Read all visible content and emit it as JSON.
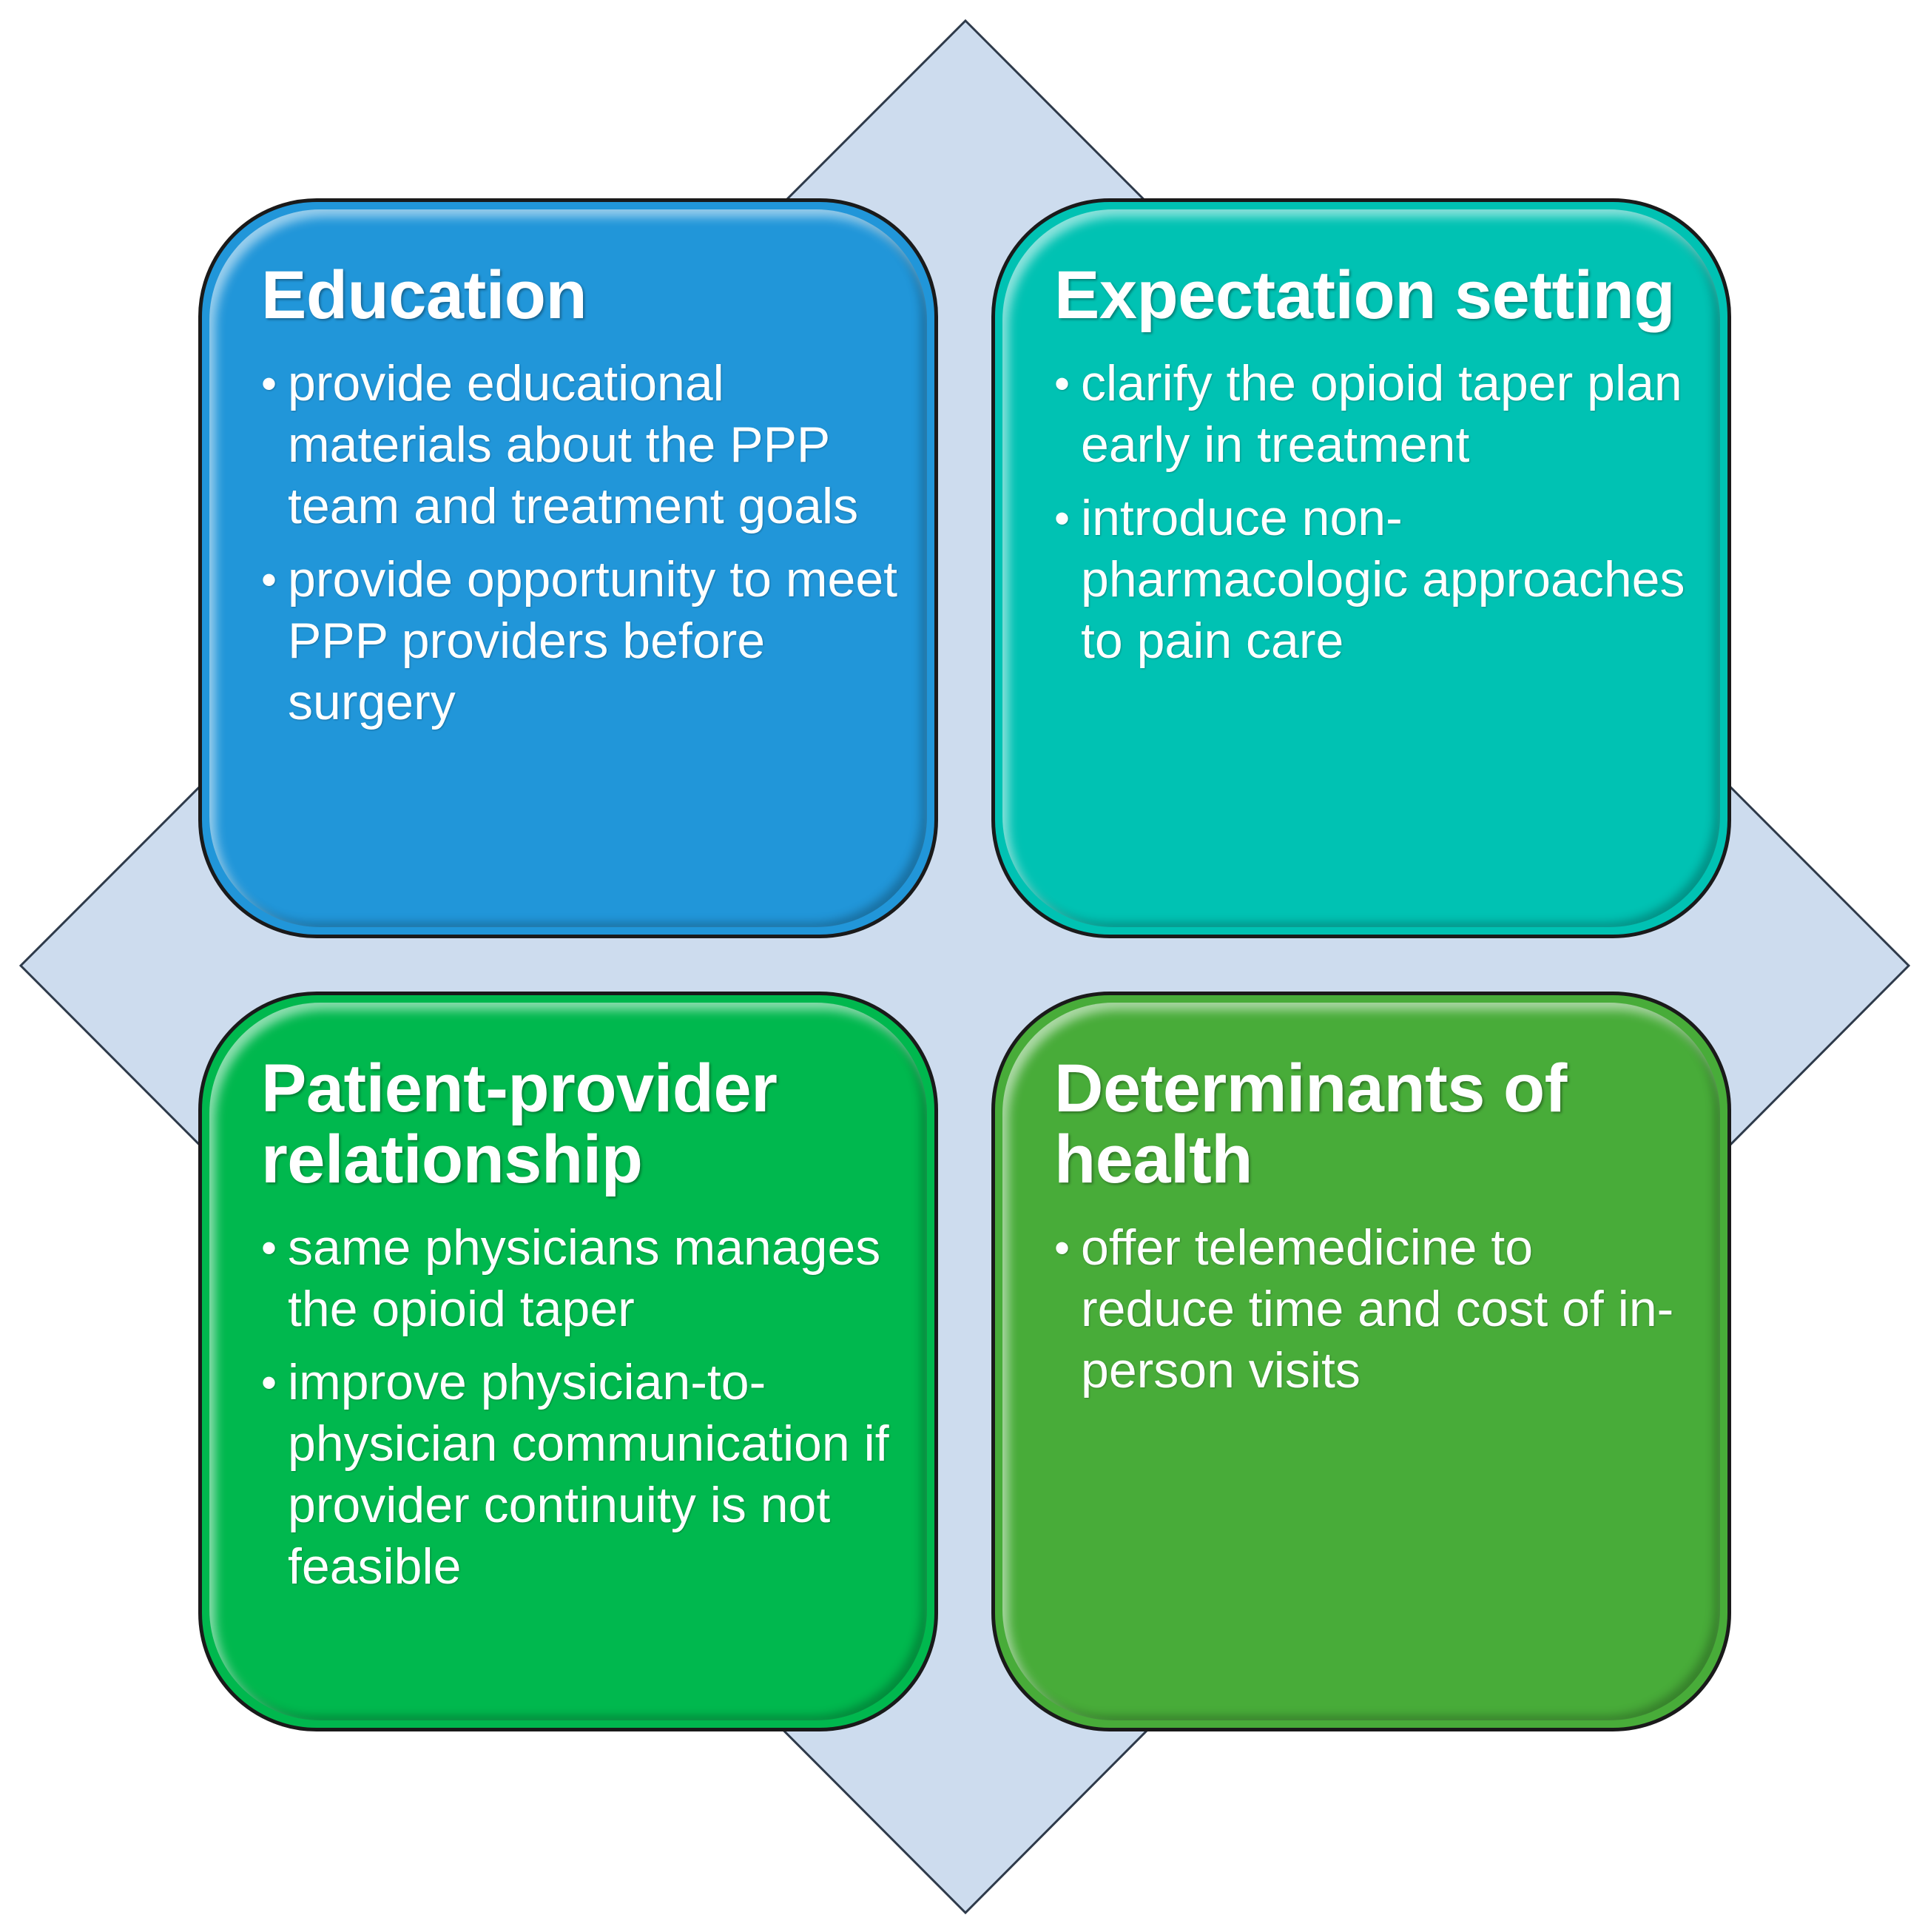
{
  "quadrants": {
    "education": {
      "title": "Education",
      "bullets": [
        "provide educational materials about the PPP team and treatment goals",
        "provide opportunity to meet PPP providers before surgery"
      ]
    },
    "expectation": {
      "title": "Expectation setting",
      "bullets": [
        "clarify the opioid taper plan early in treatment",
        "introduce non-pharmacologic approaches to pain care"
      ]
    },
    "relationship": {
      "title": "Patient-provider relationship",
      "bullets": [
        "same physicians manages the opioid taper",
        "improve physician-to-physician communication if provider continuity is not feasible"
      ]
    },
    "determinants": {
      "title": "Determinants of health",
      "bullets": [
        "offer telemedicine to reduce time and cost of in-person visits"
      ]
    }
  },
  "colors": {
    "diamond_fill": "#cddcee",
    "diamond_stroke": "#2e3a4a",
    "education": "#2196d9",
    "expectation": "#00c2b3",
    "relationship": "#00b84e",
    "determinants": "#48ac39",
    "text": "#ffffff"
  }
}
